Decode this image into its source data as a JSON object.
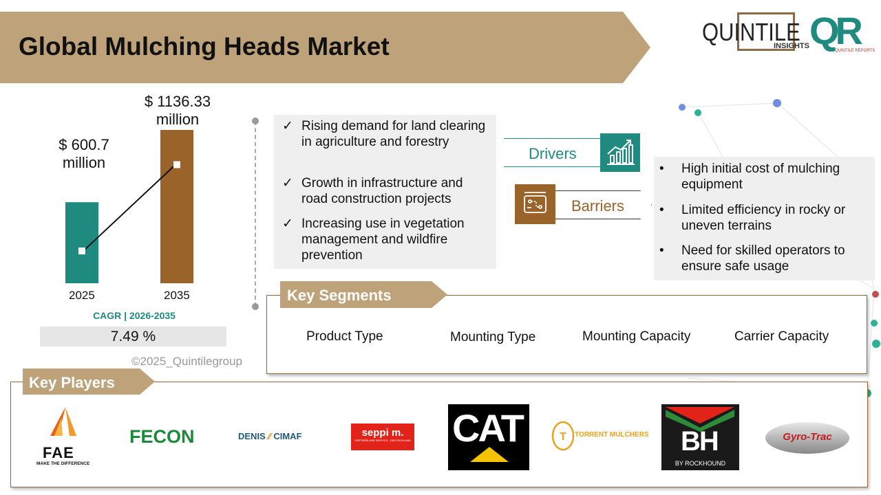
{
  "header": {
    "title": "Global Mulching Heads Market"
  },
  "logo": {
    "name": "QUINTILE",
    "tagline": "INSIGHTS",
    "mark": "QR",
    "sub": "QUINTILE REPORTS"
  },
  "chart_data": {
    "type": "bar",
    "categories": [
      "2025",
      "2035"
    ],
    "values": [
      600.7,
      1136.33
    ],
    "value_labels": [
      "$ 600.7 million",
      "$ 1136.33 million"
    ],
    "colors": [
      "#1f8a80",
      "#9a632a"
    ]
  },
  "cagr": {
    "title": "CAGR | 2026-2035",
    "value": "7.49 %"
  },
  "copyright": "©2025_Quintilegroup",
  "drivers": {
    "label": "Drivers",
    "items": [
      "Rising demand for land clearing in agriculture and forestry",
      "Growth in infrastructure and road construction projects",
      "Increasing use in vegetation management and wildfire prevention"
    ]
  },
  "barriers": {
    "label": "Barriers",
    "items": [
      "High initial cost of mulching equipment",
      "Limited efficiency in rocky or uneven terrains",
      "Need for skilled operators to ensure safe usage"
    ]
  },
  "key_segments": {
    "title": "Key Segments",
    "items": [
      "Product Type",
      "Mounting Type",
      "Mounting Capacity",
      "Carrier Capacity"
    ]
  },
  "key_players": {
    "title": "Key Players",
    "logos": {
      "fae": "FAE",
      "fae_tag": "MAKE THE DIFFERENCE",
      "fecon": "FECON",
      "denis": "DENIS",
      "cimaf": "CIMAF",
      "seppi": "seppi m.",
      "seppi_sub": "VERTRIEB UND SERVICE - DEUTSCHLAND",
      "cat": "CAT",
      "torrent": "TORRENT MULCHERS",
      "bh": "BH",
      "bh_sub": "BY ROCKHOUND",
      "gyro": "Gyro-Trac"
    }
  },
  "icons": {
    "drivers": "growth-chart-icon",
    "barriers": "roadblock-icon"
  }
}
